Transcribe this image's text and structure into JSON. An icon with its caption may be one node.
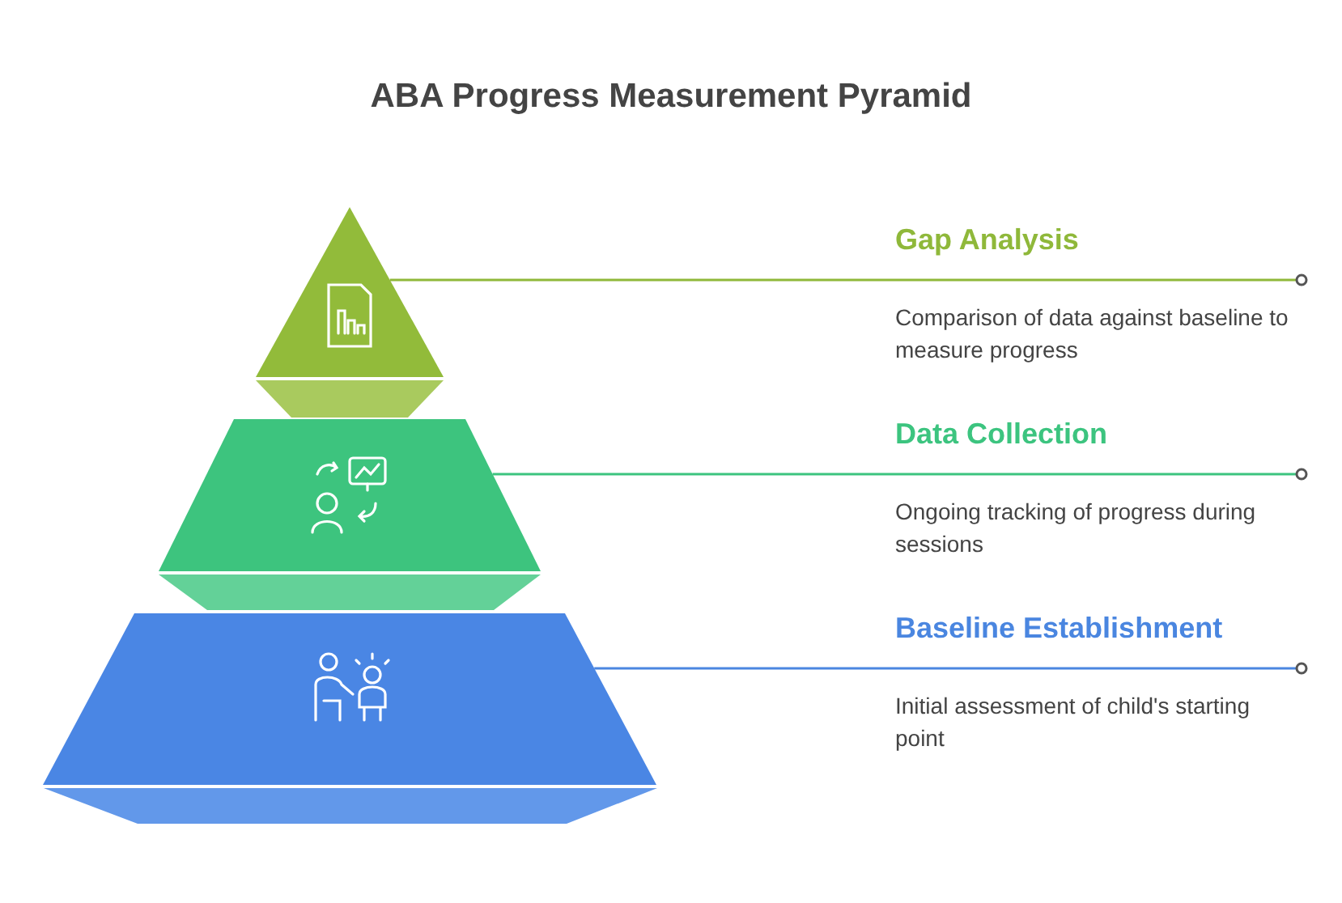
{
  "diagram": {
    "title": "ABA Progress Measurement Pyramid",
    "nodes": [
      {
        "text": [],
        "shape": "triangle"
      },
      {
        "text": [
          "Gap Analysis",
          "Comparison of data against baseline to measure progress"
        ]
      },
      {
        "text": [],
        "shape": "trapezoid"
      },
      {
        "text": [
          "Data Collection",
          "Ongoing tracking of progress during sessions"
        ]
      },
      {
        "text": [],
        "shape": "trapezoid"
      },
      {
        "text": [
          "Baseline Establishment",
          "Initial assessment of child's starting point"
        ]
      }
    ],
    "edges": [
      {
        "from": 0,
        "to": 1,
        "arrow": "other",
        "color": "#8fb83a"
      },
      {
        "from": 2,
        "to": 3,
        "arrow": "other",
        "color": "#3cc47f"
      },
      {
        "from": 4,
        "to": 5,
        "arrow": "other",
        "color": "#4a86e0"
      }
    ]
  }
}
